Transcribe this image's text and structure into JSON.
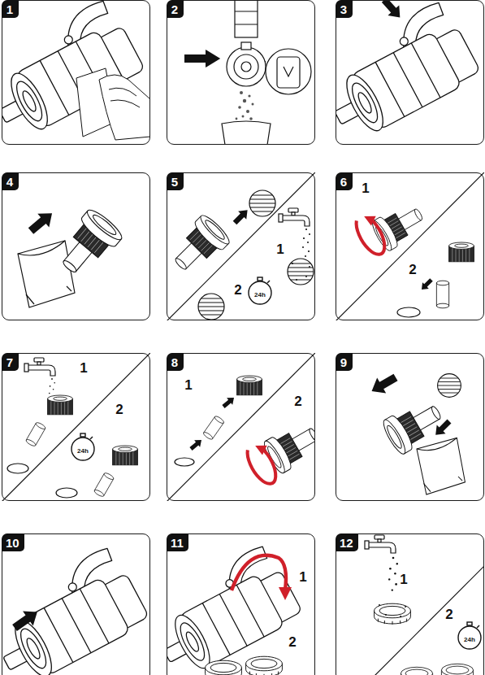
{
  "diagram": {
    "nodes": [
      {
        "text": [
          "1"
        ]
      },
      {
        "text": [
          "2"
        ]
      },
      {
        "text": [
          "3"
        ]
      },
      {
        "text": [
          "4"
        ]
      },
      {
        "text": [
          "5"
        ]
      },
      {
        "text": [
          "6"
        ]
      },
      {
        "text": [
          "7"
        ]
      },
      {
        "text": [
          "8"
        ]
      },
      {
        "text": [
          "9"
        ]
      },
      {
        "text": [
          "10"
        ]
      },
      {
        "text": [
          "11"
        ]
      },
      {
        "text": [
          "12"
        ]
      }
    ],
    "labels": [
      "1",
      "2",
      "24h",
      "1",
      "2",
      "1",
      "2",
      "24h",
      "1",
      "2",
      "1",
      "2",
      "1",
      "2",
      "24h"
    ]
  }
}
